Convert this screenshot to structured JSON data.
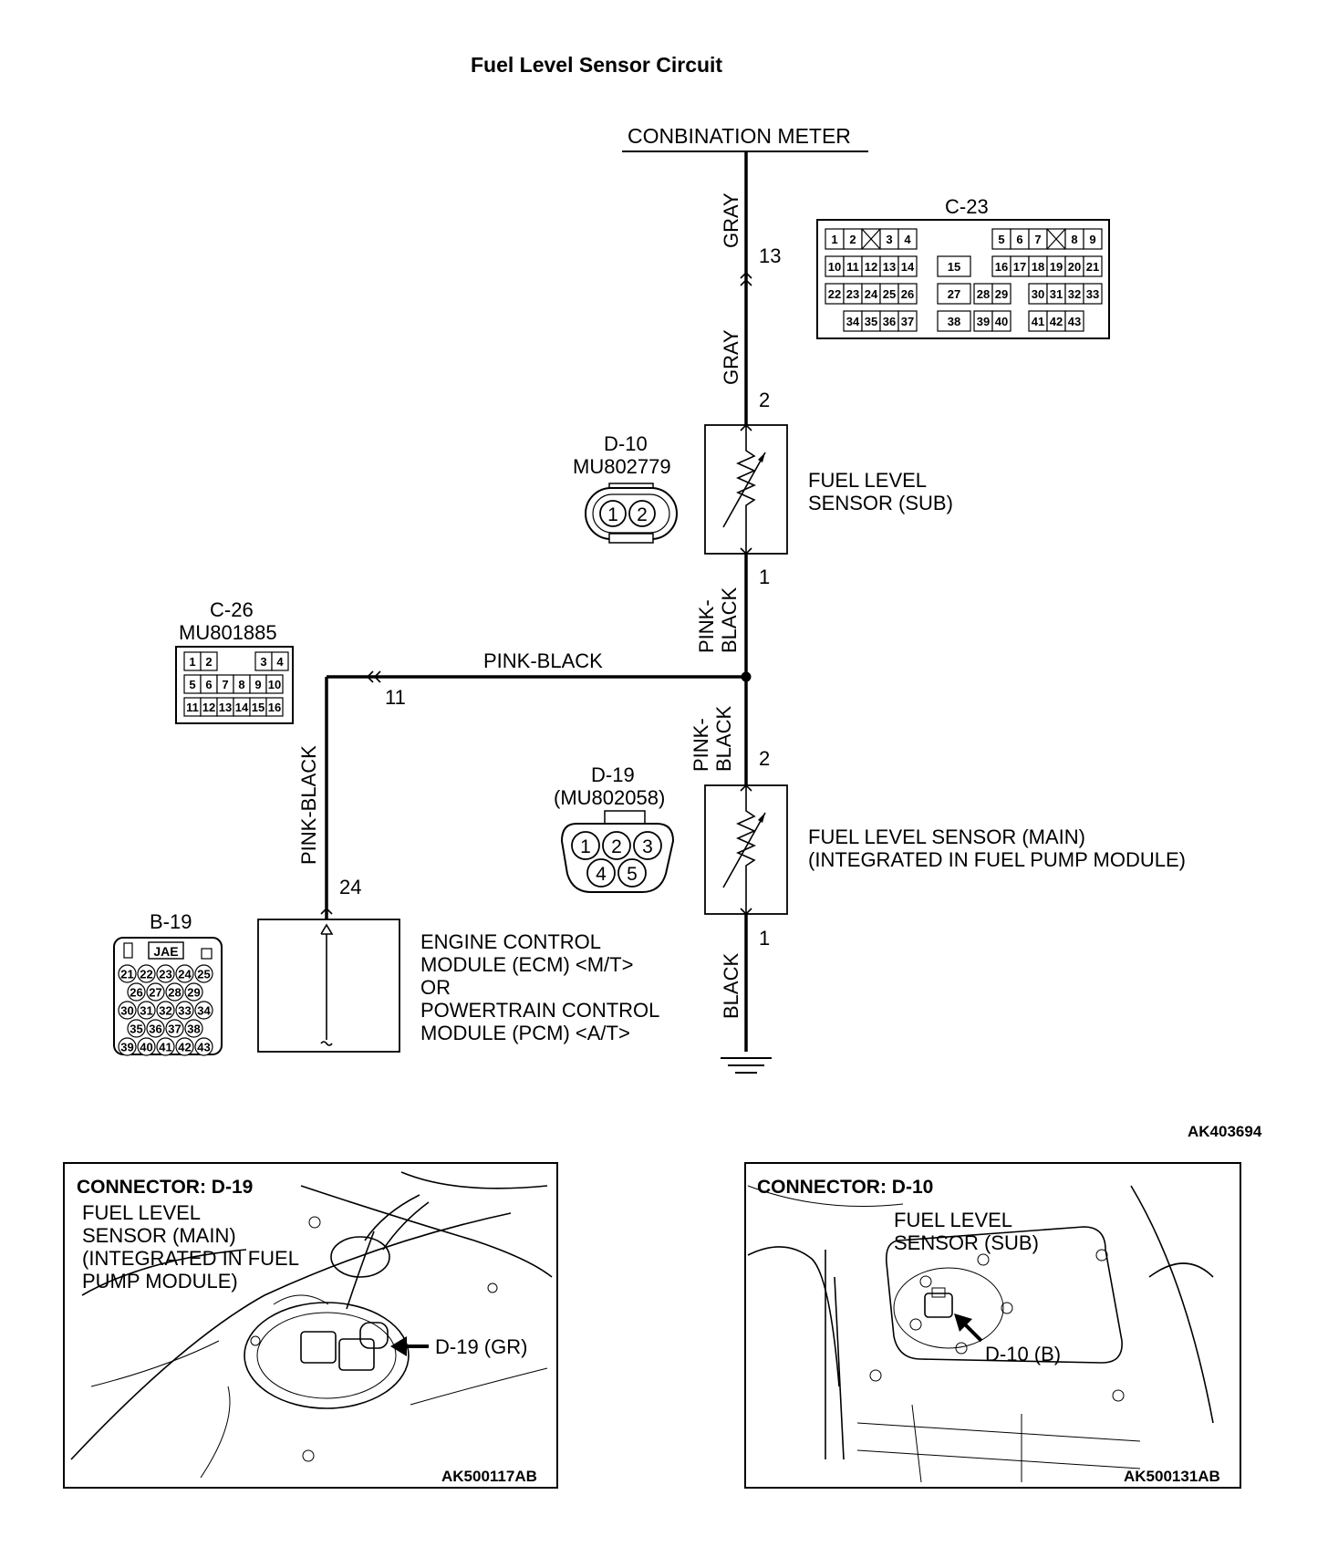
{
  "title": "Fuel Level Sensor Circuit",
  "combination_meter": "CONBINATION METER",
  "wires": {
    "gray_top": "GRAY",
    "gray_mid": "GRAY",
    "pink_black_upper": [
      "PINK-",
      "BLACK"
    ],
    "pink_black_horizontal": "PINK-BLACK",
    "pink_black_lower": [
      "PINK-",
      "BLACK"
    ],
    "pink_black_left": "PINK-BLACK",
    "black": "BLACK"
  },
  "pins": {
    "meter_13": "13",
    "sub_2": "2",
    "sub_1": "1",
    "main_2": "2",
    "main_1": "1",
    "ecm_11": "11",
    "ecm_24": "24"
  },
  "components": {
    "sensor_sub": [
      "FUEL LEVEL",
      "SENSOR (SUB)"
    ],
    "sensor_main": [
      "FUEL LEVEL SENSOR (MAIN)",
      "(INTEGRATED IN FUEL PUMP MODULE)"
    ],
    "ecm": [
      "ENGINE CONTROL",
      "MODULE (ECM) <M/T>",
      "OR",
      "POWERTRAIN CONTROL",
      "MODULE (PCM) <A/T>"
    ]
  },
  "connectors": {
    "c23": {
      "name": "C-23",
      "rows": [
        [
          "1",
          "2",
          "",
          "3",
          "4",
          "5",
          "6",
          "7",
          "",
          "8",
          "9"
        ],
        [
          "10",
          "11",
          "12",
          "13",
          "14",
          "15",
          "16",
          "17",
          "18",
          "19",
          "20",
          "21"
        ],
        [
          "22",
          "23",
          "24",
          "25",
          "26",
          "27",
          "28",
          "29",
          "30",
          "31",
          "32",
          "33"
        ],
        [
          "34",
          "35",
          "36",
          "37",
          "38",
          "39",
          "40",
          "41",
          "42",
          "43"
        ]
      ]
    },
    "d10": {
      "name": "D-10",
      "part": "MU802779",
      "pins": [
        "1",
        "2"
      ]
    },
    "c26": {
      "name": "C-26",
      "part": "MU801885",
      "rows": [
        [
          "1",
          "2",
          "3",
          "4"
        ],
        [
          "5",
          "6",
          "7",
          "8",
          "9",
          "10"
        ],
        [
          "11",
          "12",
          "13",
          "14",
          "15",
          "16"
        ]
      ]
    },
    "d19": {
      "name": "D-19",
      "part": "(MU802058)",
      "pins": [
        "1",
        "2",
        "3",
        "4",
        "5"
      ]
    },
    "b19": {
      "name": "B-19",
      "badge": "JAE",
      "rows": [
        [
          "21",
          "22",
          "23",
          "24",
          "25"
        ],
        [
          "26",
          "27",
          "28",
          "29"
        ],
        [
          "30",
          "31",
          "32",
          "33",
          "34"
        ],
        [
          "35",
          "36",
          "37",
          "38"
        ],
        [
          "39",
          "40",
          "41",
          "42",
          "43"
        ]
      ]
    }
  },
  "figure_code": "AK403694",
  "panels": {
    "left": {
      "header": "CONNECTOR: D-19",
      "label": [
        "FUEL LEVEL",
        "SENSOR (MAIN)",
        "(INTEGRATED IN FUEL",
        "PUMP MODULE)"
      ],
      "callout": "D-19 (GR)",
      "code": "AK500117AB"
    },
    "right": {
      "header": "CONNECTOR: D-10",
      "label": [
        "FUEL LEVEL",
        "SENSOR (SUB)"
      ],
      "callout": "D-10 (B)",
      "code": "AK500131AB"
    }
  }
}
